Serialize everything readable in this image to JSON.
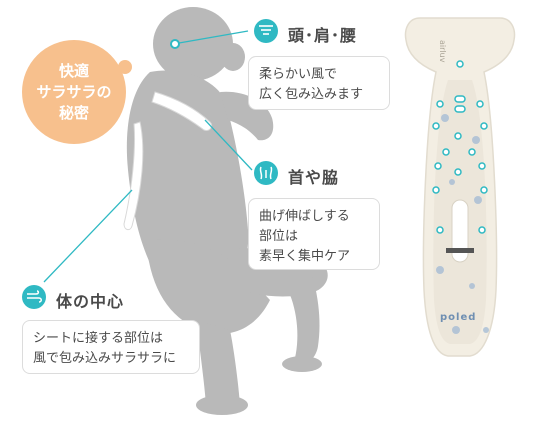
{
  "badge": {
    "lines": [
      "快適",
      "サラサラの",
      "秘密"
    ],
    "color": "#f7c08d"
  },
  "features": [
    {
      "title": "頭･肩･腰",
      "icon": "curved-layers-icon",
      "description": [
        "柔らかい風で",
        "広く包み込みます"
      ]
    },
    {
      "title": "首や脇",
      "icon": "side-waves-icon",
      "description": [
        "曲げ伸ばしする",
        "部位は",
        "素早く集中ケア"
      ]
    },
    {
      "title": "体の中心",
      "icon": "wind-icon",
      "description": [
        "シートに接する部位は",
        "風で包み込みサラサラに"
      ]
    }
  ],
  "seat": {
    "brand_top": "airluv",
    "brand_bottom": "poled"
  },
  "colors": {
    "accent": "#2fb9c3",
    "silhouette": "#b9b9b9",
    "seat": "#f3eee3"
  }
}
